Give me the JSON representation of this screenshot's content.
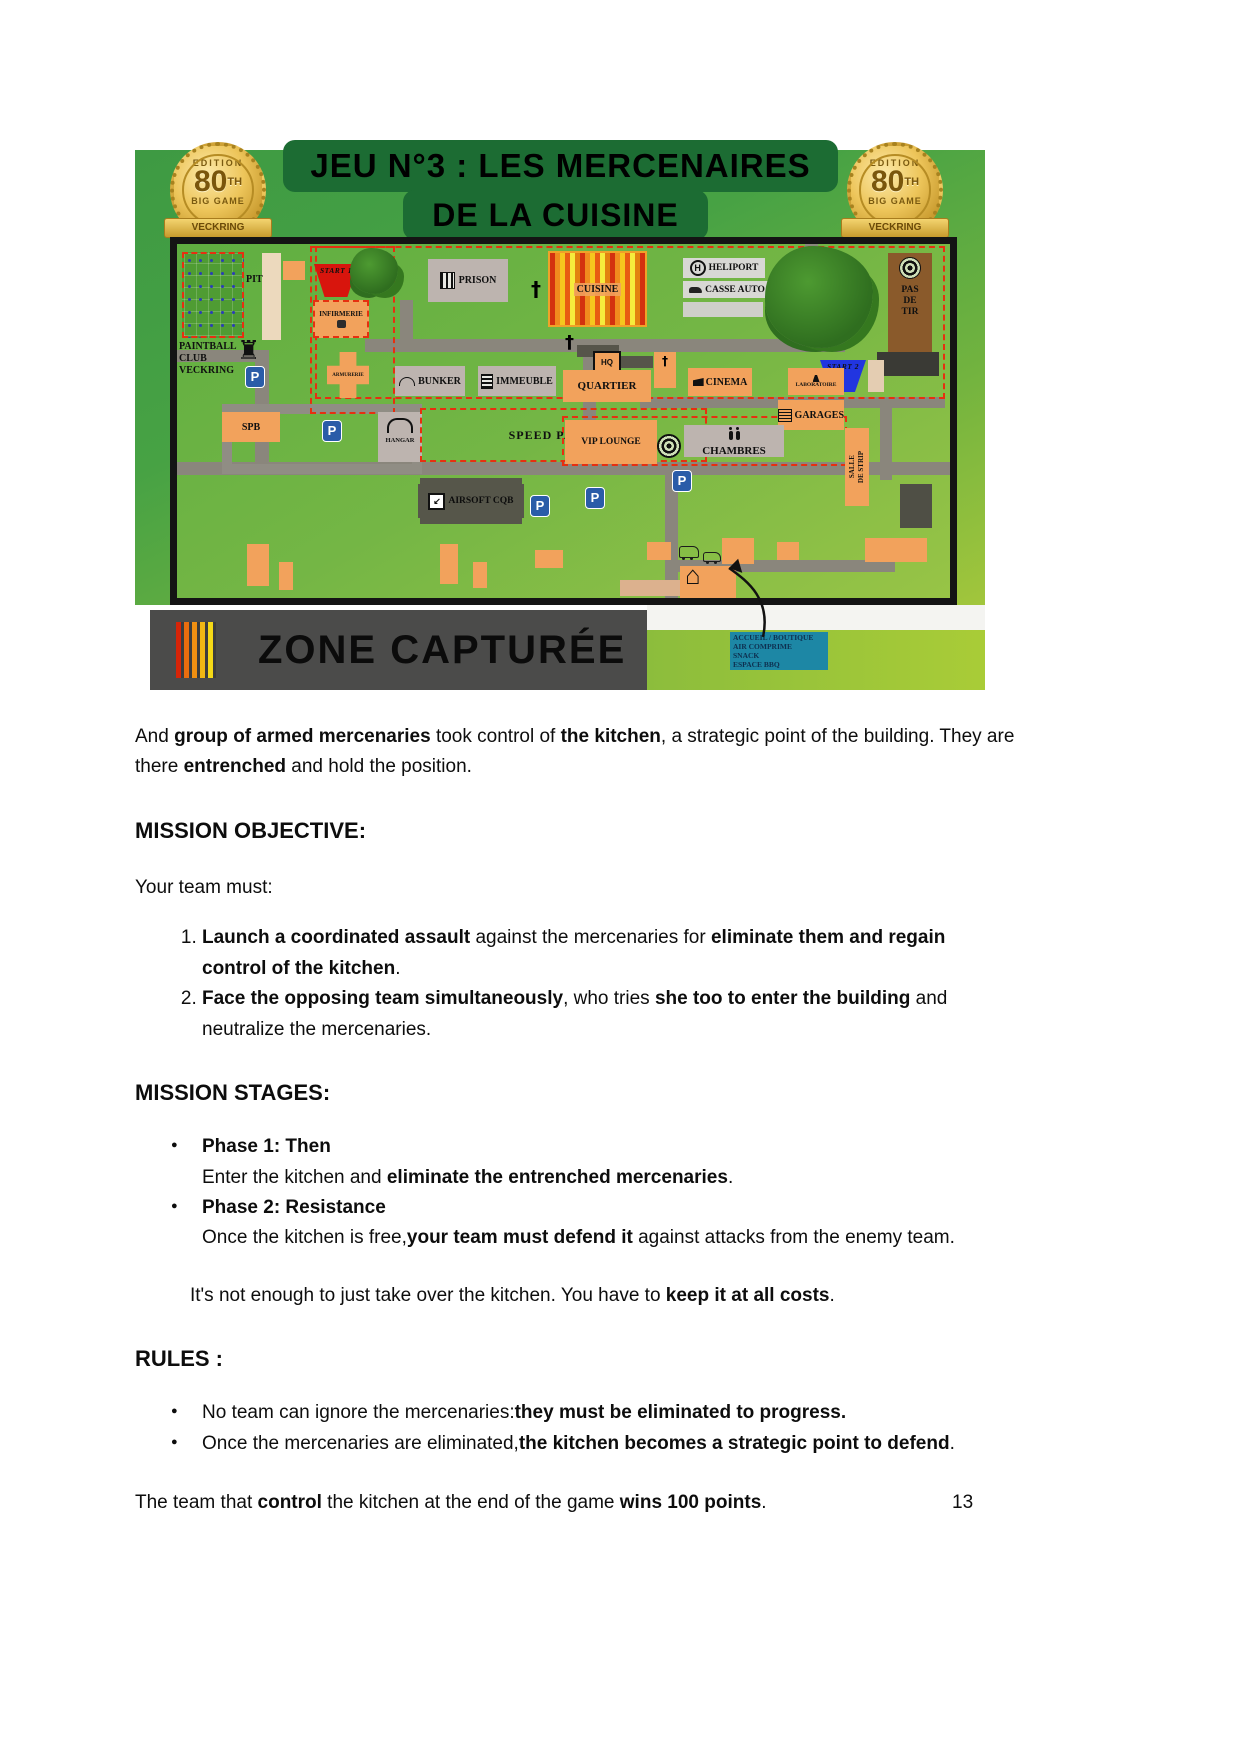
{
  "page_number": "13",
  "map": {
    "title_line1": "JEU N°3 : LES MERCENAIRES",
    "title_line2": "DE LA CUISINE",
    "badge": {
      "arc_top": "EDITION",
      "number": "80",
      "suffix": "TH",
      "line": "BIG GAME",
      "ribbon": "VECKRING"
    },
    "legend_label": "ZONE CAPTURÉE",
    "info_box_lines": [
      "ACCUEIL / BOUTIQUE",
      "AIR COMPRIME",
      "SNACK",
      "ESPACE BBQ"
    ],
    "labels": {
      "pit": "PIT",
      "paintball_club": "PAINTBALL\nCLUB\nVECKRING",
      "start1": "START 1",
      "infirmerie": "INFIRMERIE",
      "prison": "PRISON",
      "cuisine": "CUISINE",
      "heliport": "HELIPORT",
      "casse_auto": "CASSE AUTO",
      "pas_de_tir": "PAS\nDE\nTIR",
      "start2": "START 2",
      "hq": "HQ",
      "quartier": "QUARTIER",
      "armurerie": "ARMURERIE",
      "bunker": "BUNKER",
      "immeuble": "IMMEUBLE",
      "cinema": "CINEMA",
      "laboratoire": "LABORATOIRE",
      "garages": "GARAGES",
      "spb": "SPB",
      "hangar": "HANGAR",
      "speed_palette": "SPEED PALETTE",
      "vip_lounge": "VIP LOUNGE",
      "chambres": "CHAMBRES",
      "salle_de_strip": "SALLE\nDE STRIP",
      "airsoft_cqb": "AIRSOFT CQB",
      "parking": "P"
    },
    "icons": {
      "castle": "♜",
      "home": "⌂",
      "heliport_h": "H",
      "cross": "†",
      "airsoft_arrow": "↙"
    },
    "colors": {
      "zone_stripe_red": "#d62408",
      "zone_stripe_orange": "#e96d0e",
      "zone_stripe_yellow": "#f5d916",
      "start1_red": "#d8150d",
      "start2_blue": "#2135e0",
      "building_orange": "#f2a25c",
      "legend_bg": "#4b4b4a",
      "info_box_teal": "#1d87a5",
      "map_green": "#47a244",
      "dashed_zone_red": "#e72f10"
    }
  },
  "content": {
    "intro": [
      {
        "t": "And "
      },
      {
        "t": "group of armed mercenaries",
        "b": true
      },
      {
        "t": " took control of "
      },
      {
        "t": "the kitchen",
        "b": true
      },
      {
        "t": ", a strategic point of the building. They are there "
      },
      {
        "t": "entrenched",
        "b": true
      },
      {
        "t": " and hold the position."
      }
    ],
    "mission_objective": {
      "heading": "MISSION OBJECTIVE:",
      "lead": "Your team must:",
      "items": [
        [
          {
            "t": "Launch a coordinated assault",
            "b": true
          },
          {
            "t": " against the mercenaries for "
          },
          {
            "t": "eliminate them and regain control of the kitchen",
            "b": true
          },
          {
            "t": "."
          }
        ],
        [
          {
            "t": "Face the opposing team simultaneously",
            "b": true
          },
          {
            "t": ", who tries "
          },
          {
            "t": "she too to enter the building",
            "b": true
          },
          {
            "t": " and neutralize the mercenaries."
          }
        ]
      ]
    },
    "mission_stages": {
      "heading": "MISSION STAGES:",
      "items": [
        {
          "title": [
            {
              "t": "Phase 1: Then",
              "b": true
            }
          ],
          "body": [
            {
              "t": "Enter the kitchen and "
            },
            {
              "t": "eliminate the entrenched mercenaries",
              "b": true
            },
            {
              "t": "."
            }
          ]
        },
        {
          "title": [
            {
              "t": "Phase 2: Resistance",
              "b": true
            }
          ],
          "body": [
            {
              "t": "Once the kitchen is free,"
            },
            {
              "t": "your team must defend it",
              "b": true
            },
            {
              "t": " against attacks from the enemy team."
            }
          ]
        }
      ],
      "note": [
        {
          "t": "It's not enough to just take over the kitchen. You have to "
        },
        {
          "t": "keep it at all costs",
          "b": true
        },
        {
          "t": "."
        }
      ]
    },
    "rules": {
      "heading": "RULES :",
      "items": [
        [
          {
            "t": "No team can ignore the mercenaries:"
          },
          {
            "t": "they must be eliminated to progress.",
            "b": true
          }
        ],
        [
          {
            "t": "Once the mercenaries are eliminated,"
          },
          {
            "t": "the kitchen becomes a strategic point to defend",
            "b": true
          },
          {
            "t": "."
          }
        ]
      ],
      "closing": [
        {
          "t": "The team that "
        },
        {
          "t": "control",
          "b": true
        },
        {
          "t": " the kitchen at the end of the game "
        },
        {
          "t": "wins 100 points",
          "b": true
        },
        {
          "t": "."
        }
      ]
    }
  }
}
